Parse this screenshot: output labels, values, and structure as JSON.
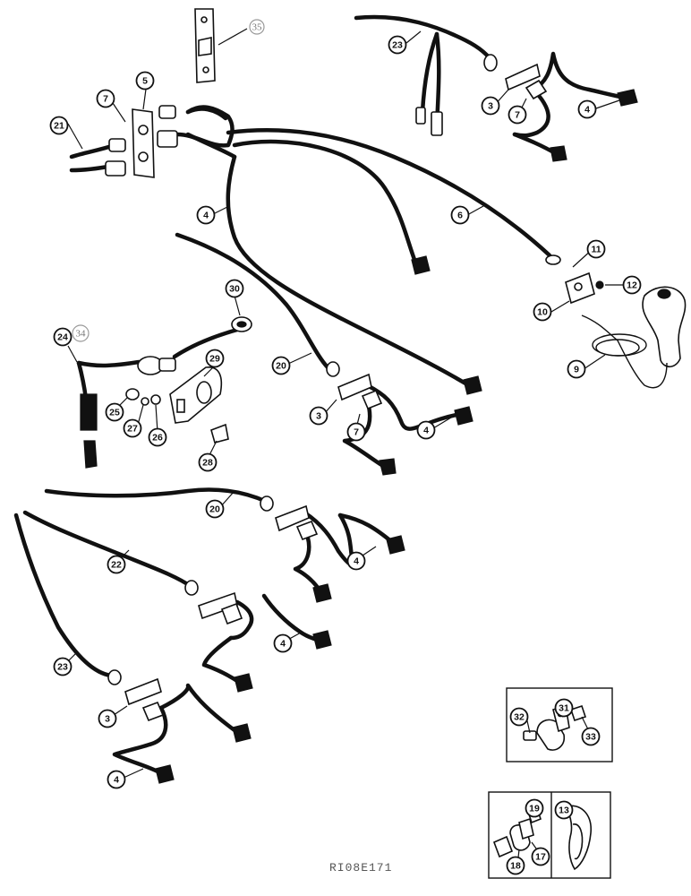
{
  "figure": {
    "reference_code": "RI08E171",
    "callouts": [
      {
        "id": "c35",
        "label": "35"
      },
      {
        "id": "c23a",
        "label": "23"
      },
      {
        "id": "c3a",
        "label": "3"
      },
      {
        "id": "c7a",
        "label": "7"
      },
      {
        "id": "c4a",
        "label": "4"
      },
      {
        "id": "c7b",
        "label": "7"
      },
      {
        "id": "c5",
        "label": "5"
      },
      {
        "id": "c21",
        "label": "21"
      },
      {
        "id": "c4b",
        "label": "4"
      },
      {
        "id": "c6",
        "label": "6"
      },
      {
        "id": "c11",
        "label": "11"
      },
      {
        "id": "c12",
        "label": "12"
      },
      {
        "id": "c10",
        "label": "10"
      },
      {
        "id": "c9",
        "label": "9"
      },
      {
        "id": "c30",
        "label": "30"
      },
      {
        "id": "c24",
        "label": "24"
      },
      {
        "id": "c34",
        "label": "34"
      },
      {
        "id": "c29",
        "label": "29"
      },
      {
        "id": "c20a",
        "label": "20"
      },
      {
        "id": "c25",
        "label": "25"
      },
      {
        "id": "c27",
        "label": "27"
      },
      {
        "id": "c26",
        "label": "26"
      },
      {
        "id": "c28",
        "label": "28"
      },
      {
        "id": "c3b",
        "label": "3"
      },
      {
        "id": "c7c",
        "label": "7"
      },
      {
        "id": "c4c",
        "label": "4"
      },
      {
        "id": "c20b",
        "label": "20"
      },
      {
        "id": "c22",
        "label": "22"
      },
      {
        "id": "c4d",
        "label": "4"
      },
      {
        "id": "c4e",
        "label": "4"
      },
      {
        "id": "c23b",
        "label": "23"
      },
      {
        "id": "c3c",
        "label": "3"
      },
      {
        "id": "c4f",
        "label": "4"
      },
      {
        "id": "c31",
        "label": "31"
      },
      {
        "id": "c32",
        "label": "32"
      },
      {
        "id": "c33",
        "label": "33"
      },
      {
        "id": "c19",
        "label": "19"
      },
      {
        "id": "c13",
        "label": "13"
      },
      {
        "id": "c18",
        "label": "18"
      },
      {
        "id": "c17",
        "label": "17"
      }
    ]
  }
}
